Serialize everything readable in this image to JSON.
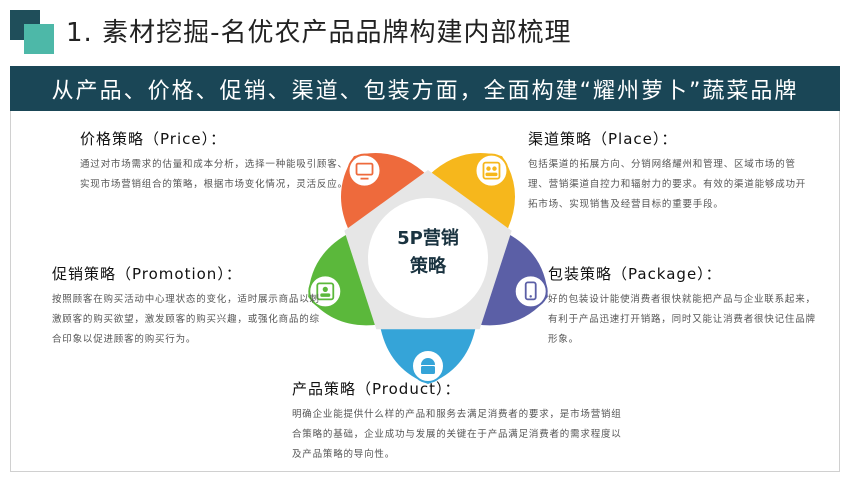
{
  "header": {
    "title": "1. 素材挖掘-名优农产品品牌构建内部梳理"
  },
  "banner": {
    "text": "从产品、价格、促销、渠道、包装方面，全面构建“耀州萝卜”蔬菜品牌"
  },
  "diagram": {
    "center_line1": "5P营销",
    "center_line2": "策略",
    "colors": {
      "price": "#ee6a3c",
      "place": "#f6b71c",
      "package": "#5b5fa6",
      "product": "#35a4d8",
      "promotion": "#5bb83b",
      "dark": "#1a4656",
      "accent": "#4db8a8"
    },
    "icons": {
      "price": "monitor-icon",
      "place": "people-icon",
      "package": "phone-icon",
      "product": "android-icon",
      "promotion": "contact-card-icon"
    }
  },
  "strategies": {
    "price": {
      "title": "价格策略（Price）：",
      "text": "通过对市场需求的估量和成本分析，选择一种能吸引顾客、实现市场营销组合的策略，根据市场变化情况，灵活反应。"
    },
    "place": {
      "title": "渠道策略（Place）：",
      "text": "包括渠道的拓展方向、分销网络耀州和管理、区域市场的管理、营销渠道自控力和辐射力的要求。有效的渠道能够成功开拓市场、实现销售及经营目标的重要手段。"
    },
    "promotion": {
      "title": "促销策略（Promotion）：",
      "text": "按照顾客在购买活动中心理状态的变化，适时展示商品以刺激顾客的购买欲望，激发顾客的购买兴趣，或强化商品的综合印象以促进顾客的购买行为。"
    },
    "package": {
      "title": "包装策略（Package）：",
      "text": "好的包装设计能使消费者很快就能把产品与企业联系起来，有利于产品迅速打开销路，同时又能让消费者很快记住品牌形象。"
    },
    "product": {
      "title": "产品策略（Product）：",
      "text": "明确企业能提供什么样的产品和服务去满足消费者的要求，是市场营销组合策略的基础，企业成功与发展的关键在于产品满足消费者的需求程度以及产品策略的导向性。"
    }
  }
}
